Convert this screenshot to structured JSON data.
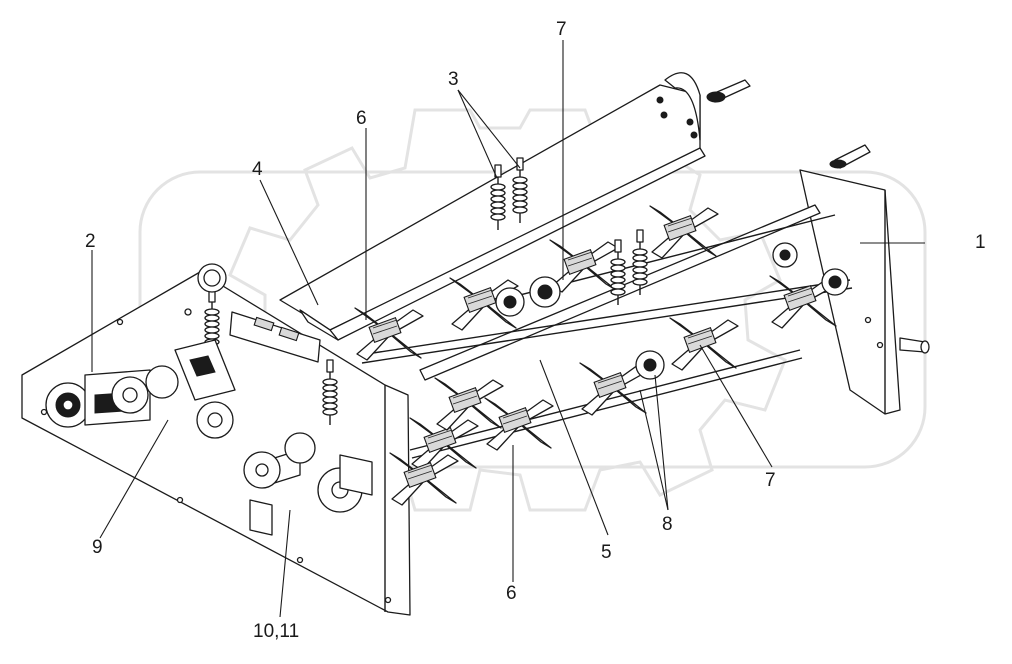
{
  "callouts": {
    "c1": "1",
    "c2": "2",
    "c3": "3",
    "c4": "4",
    "c5": "5",
    "c6a": "6",
    "c6b": "6",
    "c7a": "7",
    "c7b": "7",
    "c8": "8",
    "c9": "9",
    "c10": "10,11"
  },
  "colors": {
    "line": "#1b1b1b",
    "watermark": "#e3e3e3",
    "background": "#ffffff"
  }
}
